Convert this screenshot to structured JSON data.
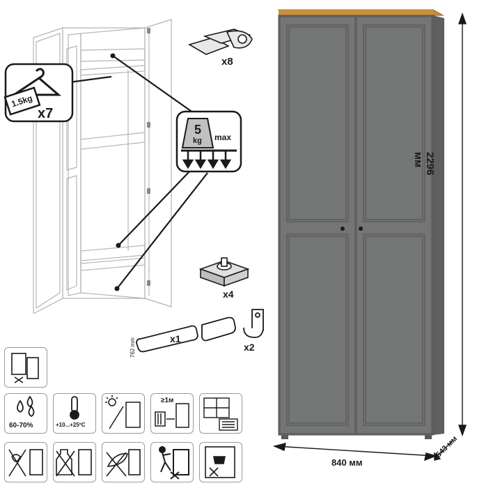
{
  "annotations": {
    "hanger_capacity": "1.5kg",
    "hanger_count": "x7",
    "shelf_load_weight": "5",
    "shelf_load_unit": "kg",
    "shelf_load_max": "max",
    "hinge_count": "x8",
    "foot_count": "x4",
    "rail_length": "762 mm",
    "rail_count": "x1",
    "rail_support_count": "x2"
  },
  "dimensions": {
    "height": "2296 мм",
    "width": "840 мм",
    "depth": "543 мм"
  },
  "care_icons": {
    "humidity": "60-70%",
    "temperature": "+10...+25ºC",
    "distance": "≥1м",
    "items": [
      "no-wet-cleaning-icon",
      "humidity-icon",
      "temperature-icon",
      "no-direct-sunlight-icon",
      "heater-distance-icon",
      "window-room-icon",
      "no-water-spray-icon",
      "no-chemicals-icon",
      "no-abrasive-icon",
      "no-pushing-icon",
      "no-heavy-load-icon"
    ]
  },
  "colors": {
    "body": "#707271",
    "top": "#c8903f",
    "line": "#2a2a2a"
  }
}
